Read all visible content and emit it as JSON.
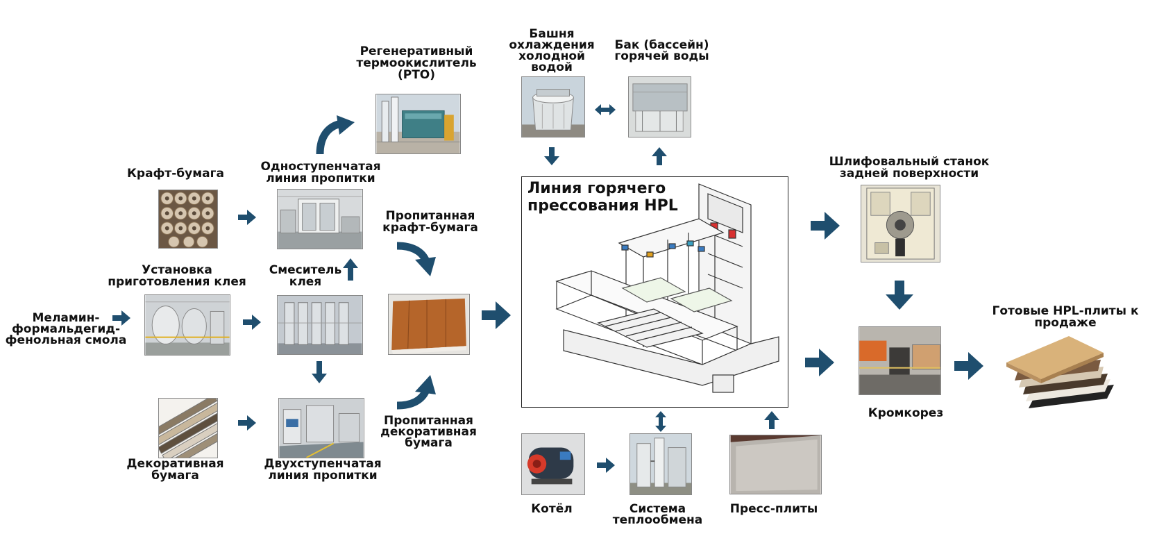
{
  "diagram": {
    "accent_color": "#1f4e6e",
    "nodes": {
      "rto": {
        "label": "Регенеративный\nтермоокислитель\n(РТО)",
        "icon": "rto-photo"
      },
      "cooling_tower": {
        "label": "Башня\nохлаждения\nхолодной\nводой",
        "icon": "cooling-tower-photo"
      },
      "hot_water_tank": {
        "label": "Бак (бассейн)\nгорячей воды",
        "icon": "hot-water-tank-photo"
      },
      "kraft_paper": {
        "label": "Крафт-бумага",
        "icon": "kraft-paper-rolls-photo"
      },
      "single_stage_line": {
        "label": "Одноступенчатая\nлиния пропитки",
        "icon": "impregnation-line-photo"
      },
      "impregnated_kraft": {
        "label": "Пропитанная\nкрафт-бумага"
      },
      "glue_prep": {
        "label": "Установка\nприготовления клея",
        "icon": "glue-plant-photo"
      },
      "glue_mixer": {
        "label": "Смеситель\nклея",
        "icon": "glue-mixer-photo"
      },
      "resin": {
        "label": "Меламин-\nформальдегид-\nфенольная смола"
      },
      "impregnated_sheet": {
        "icon": "impregnated-sheet-photo"
      },
      "decor_paper": {
        "label": "Декоративная\nбумага",
        "icon": "decor-paper-rolls-photo"
      },
      "two_stage_line": {
        "label": "Двухступенчатая\nлиния пропитки",
        "icon": "two-stage-line-photo"
      },
      "impregnated_decor": {
        "label": "Пропитанная\nдекоративная\nбумага"
      },
      "hot_press_line": {
        "label": "Линия горячего\nпрессования HPL",
        "icon": "hot-press-machine-drawing"
      },
      "back_sander": {
        "label": "Шлифовальный станок\nзадней поверхности",
        "icon": "sanding-machine-photo"
      },
      "edge_trimmer": {
        "label": "Кромкорез",
        "icon": "edge-trimmer-photo"
      },
      "finished_boards": {
        "label": "Готовые HPL-плиты к\nпродаже",
        "icon": "hpl-boards-stack-photo"
      },
      "boiler": {
        "label": "Котёл",
        "icon": "boiler-photo"
      },
      "heat_exchange": {
        "label": "Система\nтеплообмена",
        "icon": "heat-exchange-photo"
      },
      "press_plates": {
        "label": "Пресс-плиты",
        "icon": "press-plate-photo"
      }
    }
  }
}
